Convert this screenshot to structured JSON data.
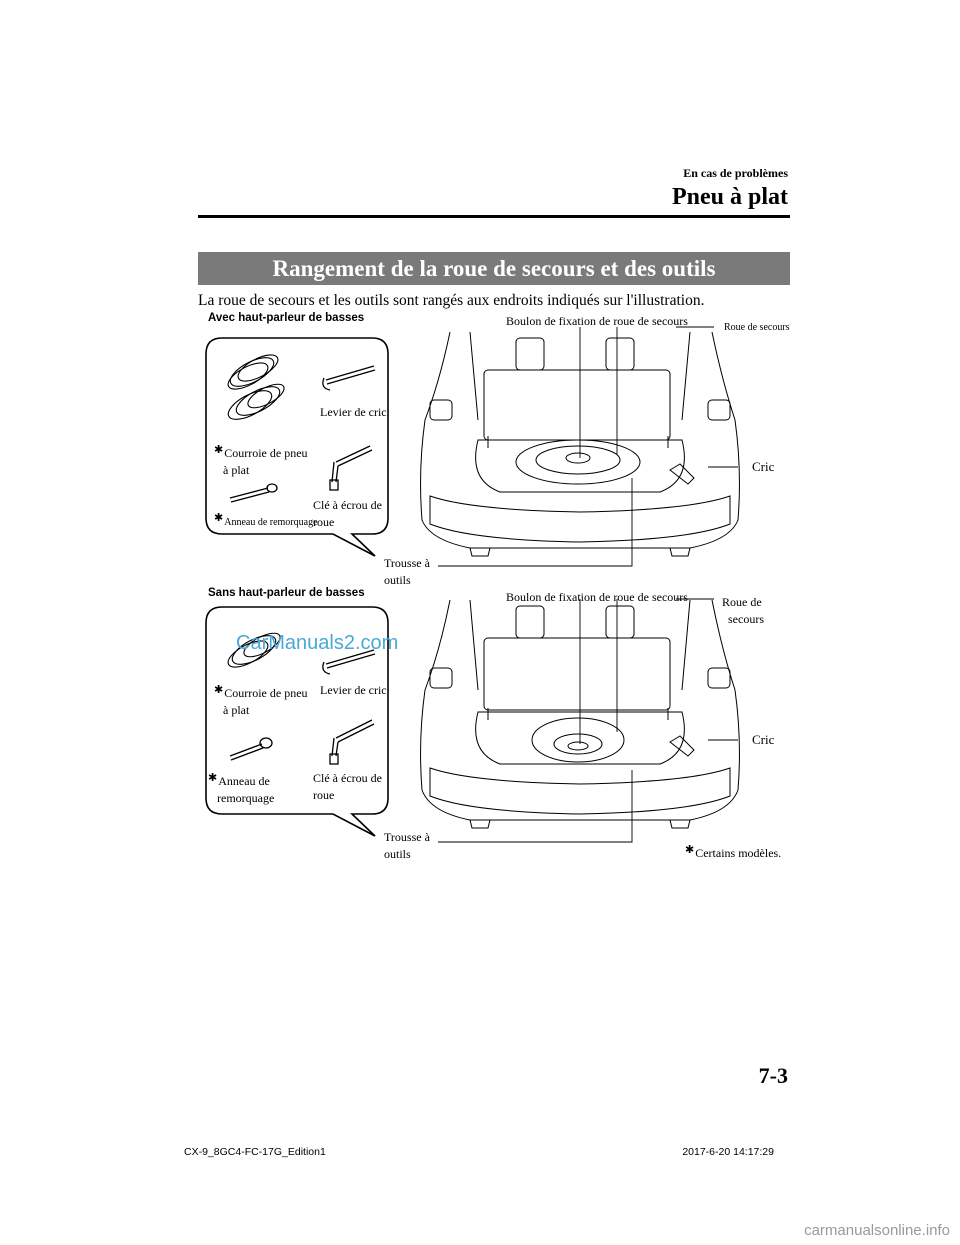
{
  "header": {
    "section": "En cas de problèmes",
    "chapter": "Pneu à plat"
  },
  "banner": "Rangement de la roue de secours et des outils",
  "intro": "La roue de secours et les outils sont rangés aux endroits indiqués sur l'illustration.",
  "figure_top": {
    "variant": "Avec haut-parleur de basses",
    "tools": {
      "strap": [
        "Courroie de pneu",
        "à plat"
      ],
      "lever": "Levier de cric",
      "eye": "Anneau de remorquage",
      "wrench": [
        "Clé à écrou de",
        "roue"
      ]
    },
    "bolt": "Boulon de fixation de roue de secours",
    "spare": "Roue de secours",
    "jack": "Cric",
    "kit": [
      "Trousse à",
      "outils"
    ]
  },
  "figure_bottom": {
    "variant": "Sans haut-parleur de basses",
    "tools": {
      "strap": [
        "Courroie de pneu",
        "à plat"
      ],
      "lever": "Levier de cric",
      "eye": [
        "Anneau de",
        "remorquage"
      ],
      "wrench": [
        "Clé à écrou de",
        "roue"
      ]
    },
    "bolt": "Boulon de fixation de roue de secours",
    "spare": [
      "Roue de",
      "secours"
    ],
    "jack": "Cric",
    "kit": [
      "Trousse à",
      "outils"
    ]
  },
  "star_symbol": "✱",
  "footnote": "Certains modèles.",
  "watermark": "CarManuals2.com",
  "page_number": "7-3",
  "footer": {
    "doc_id": "CX-9_8GC4-FC-17G_Edition1",
    "timestamp": "2017-6-20 14:17:29"
  },
  "site": "carmanualsonline.info"
}
